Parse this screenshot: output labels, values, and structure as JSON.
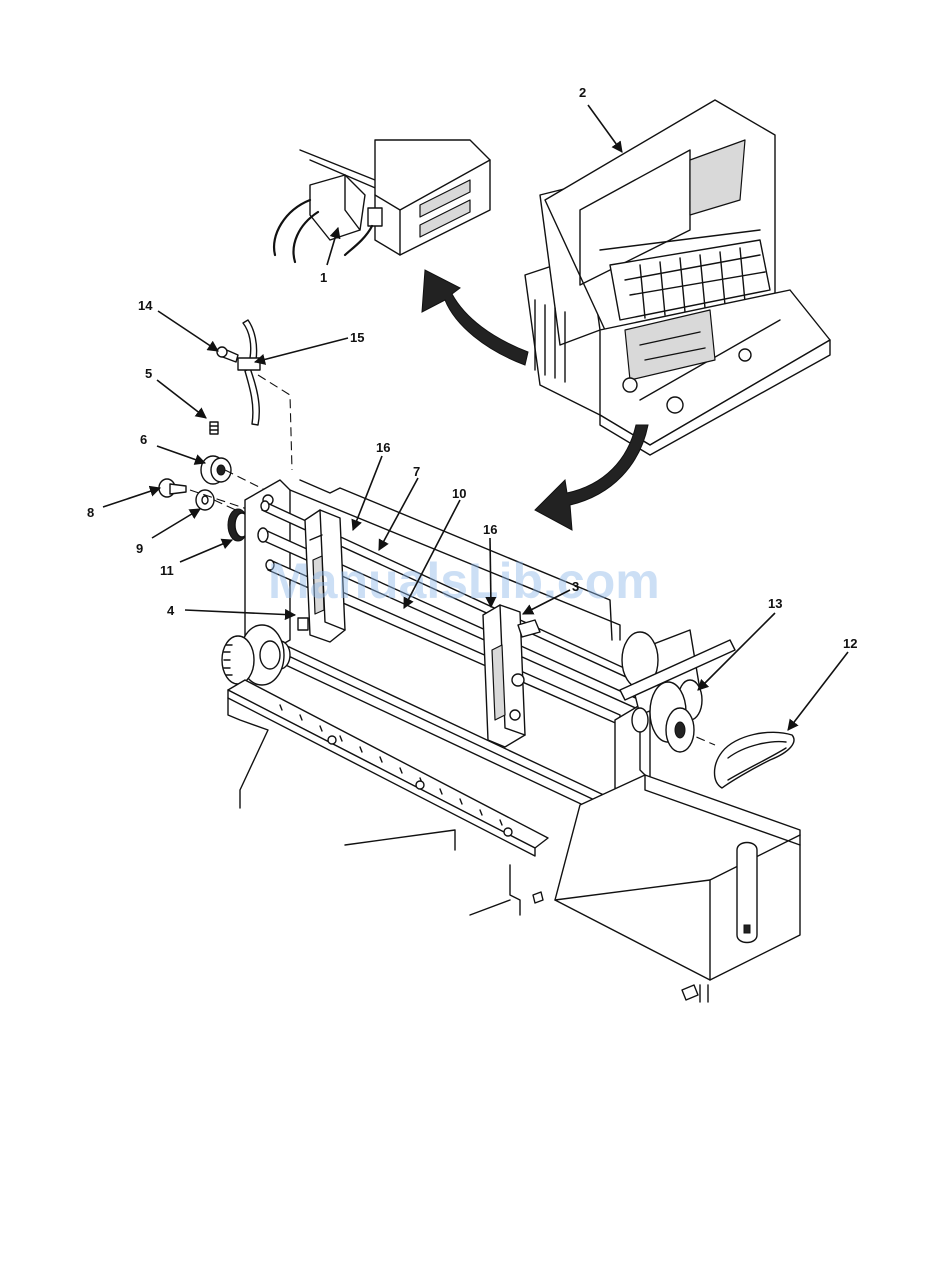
{
  "watermark": "ManualsLib.com",
  "callouts": [
    {
      "id": "1",
      "label": "1"
    },
    {
      "id": "2",
      "label": "2"
    },
    {
      "id": "3",
      "label": "3"
    },
    {
      "id": "4",
      "label": "4"
    },
    {
      "id": "5",
      "label": "5"
    },
    {
      "id": "6",
      "label": "6"
    },
    {
      "id": "7",
      "label": "7"
    },
    {
      "id": "8",
      "label": "8"
    },
    {
      "id": "9",
      "label": "9"
    },
    {
      "id": "10",
      "label": "10"
    },
    {
      "id": "11",
      "label": "11"
    },
    {
      "id": "12",
      "label": "12"
    },
    {
      "id": "13",
      "label": "13"
    },
    {
      "id": "14",
      "label": "14"
    },
    {
      "id": "15",
      "label": "15"
    },
    {
      "id": "16a",
      "label": "16"
    },
    {
      "id": "16b",
      "label": "16"
    }
  ],
  "colors": {
    "ink": "#111111",
    "paper": "#ffffff",
    "watermark": "#8fb8e8"
  }
}
